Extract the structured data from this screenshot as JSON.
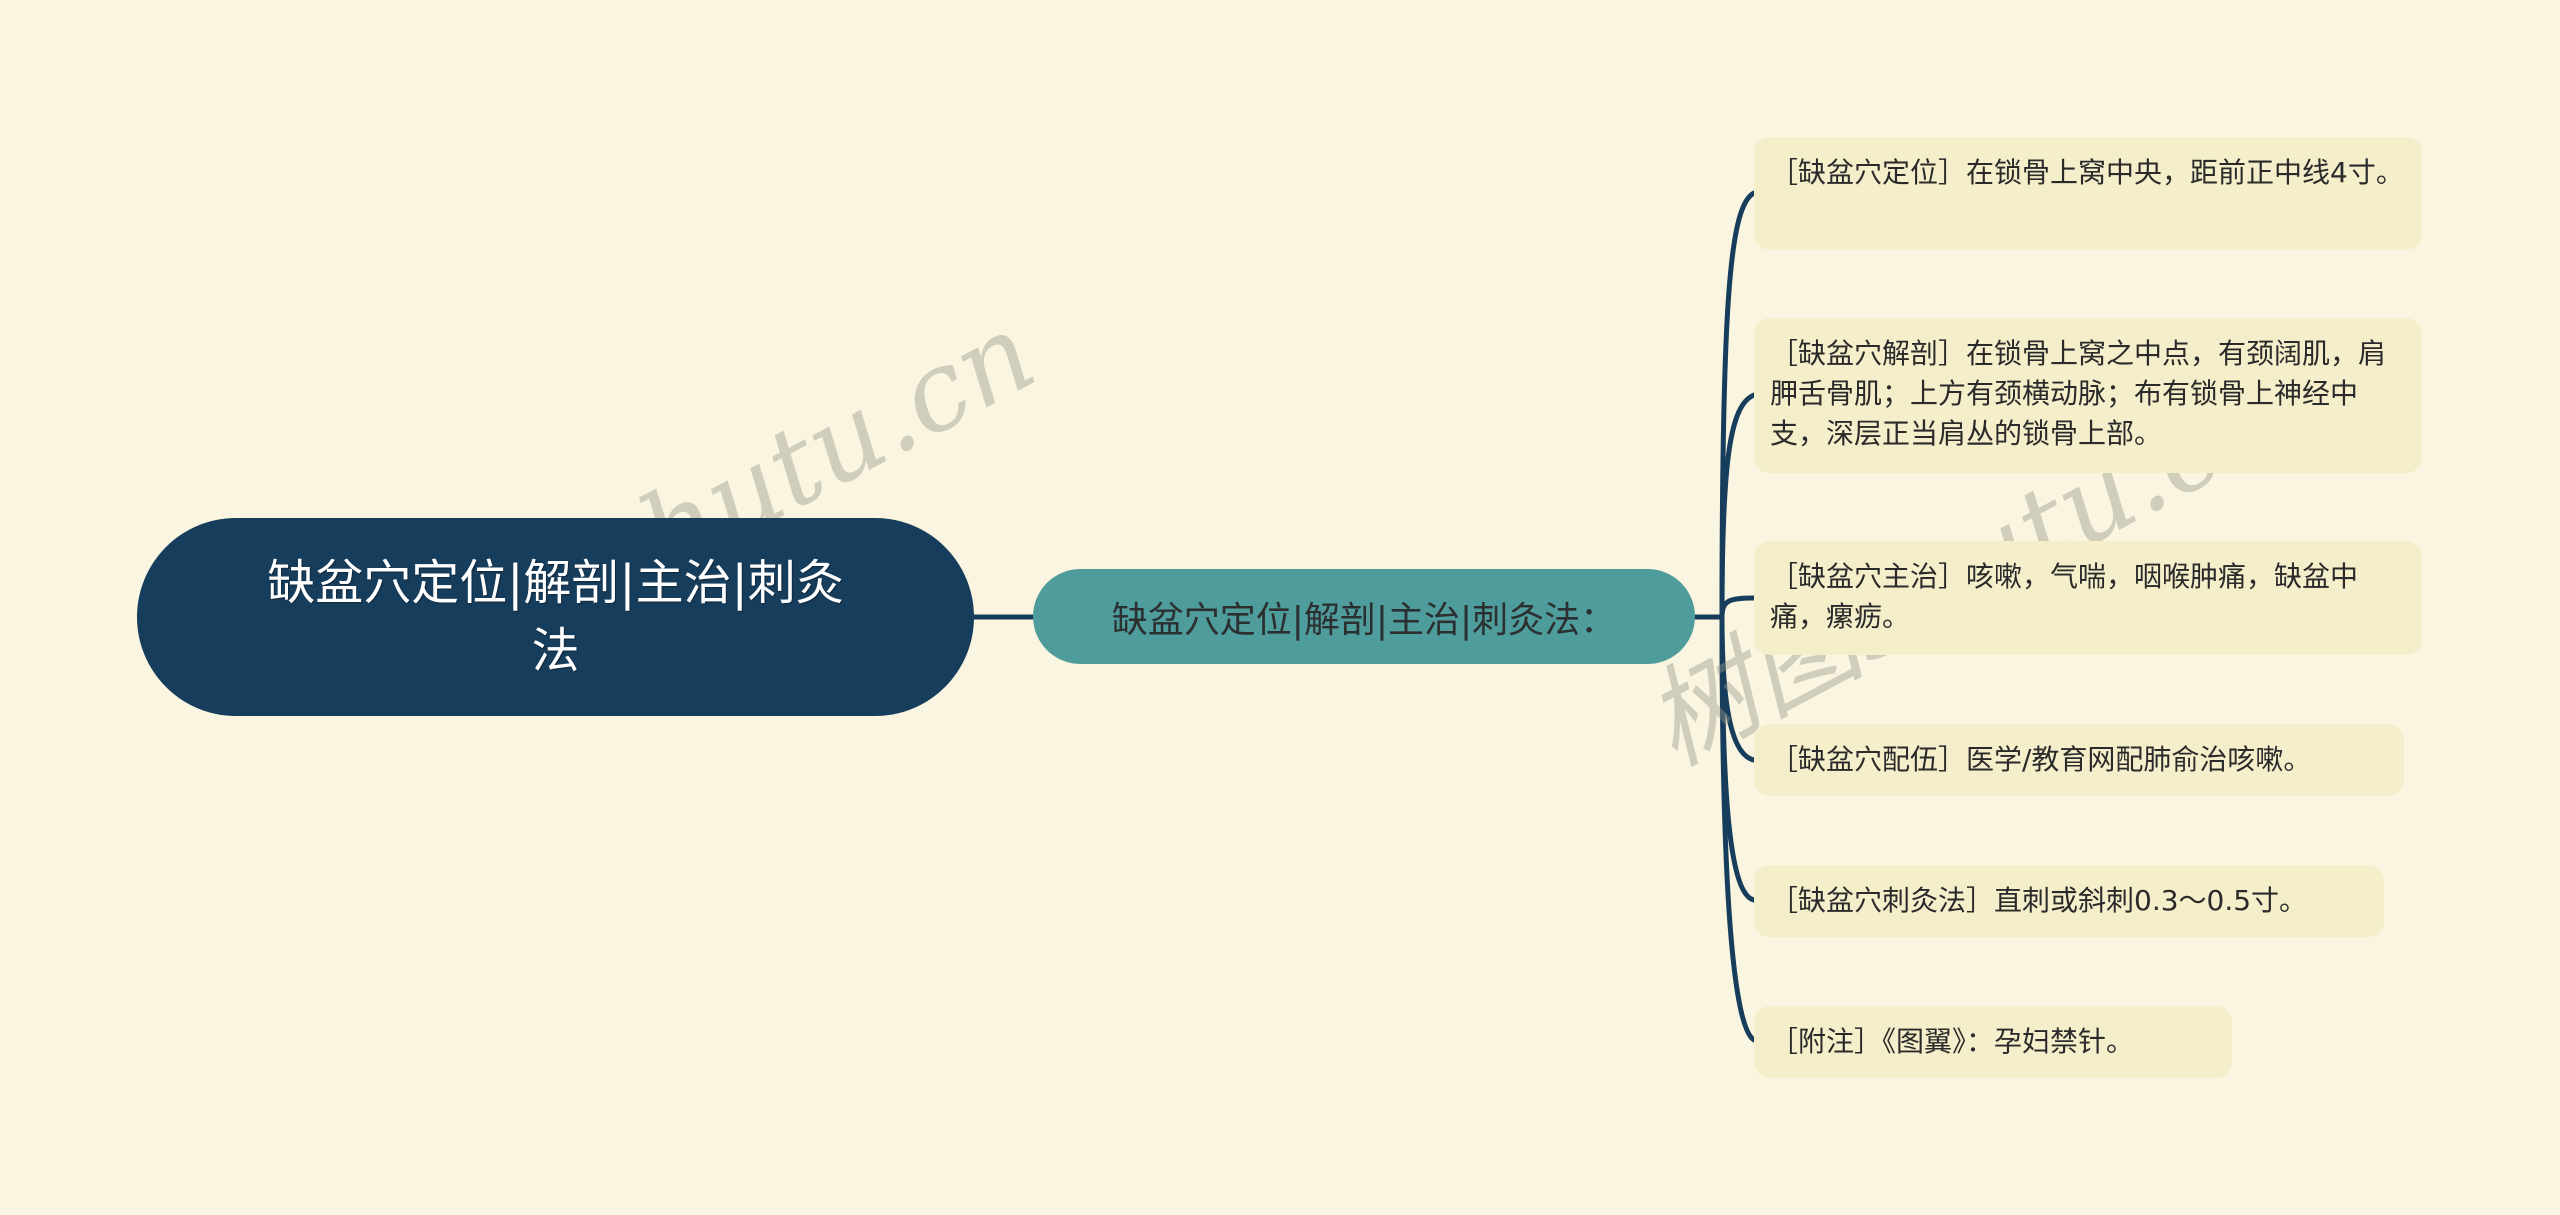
{
  "colors": {
    "background": "#faf5e0",
    "root_fill": "#173d5c",
    "branch_fill": "#4f9c9d",
    "leaf_fill": "#f5eecb",
    "connector": "#173d5c"
  },
  "mindmap": {
    "root": {
      "label": "缺盆穴定位|解剖|主治|刺灸法"
    },
    "branch": {
      "label": "缺盆穴定位|解剖|主治|刺灸法："
    },
    "leaves": [
      {
        "label": "［缺盆穴定位］在锁骨上窝中央，距前正中线4寸。"
      },
      {
        "label": "［缺盆穴解剖］在锁骨上窝之中点，有颈阔肌，肩胛舌骨肌；上方有颈横动脉；布有锁骨上神经中支，深层正当肩丛的锁骨上部。"
      },
      {
        "label": "［缺盆穴主治］咳嗽，气喘，咽喉肿痛，缺盆中痛，瘰疬。"
      },
      {
        "label": "［缺盆穴配伍］医学/教育网配肺俞治咳嗽。"
      },
      {
        "label": "［缺盆穴刺灸法］直刺或斜刺0.3～0.5寸。"
      },
      {
        "label": "［附注］《图翼》：孕妇禁针。"
      }
    ]
  },
  "watermarks": [
    {
      "text": "树图shutu.cn"
    },
    {
      "text": "树图shutu.cn"
    }
  ]
}
